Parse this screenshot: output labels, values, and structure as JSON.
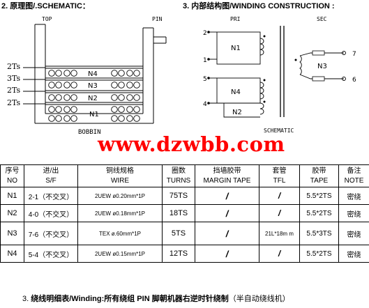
{
  "left_header": "2. 原理图/.SCHEMATIC：",
  "right_header": "3. 内部结构图/WINDING CONSTRUCTION :",
  "bobbin": {
    "top_label": "TOP",
    "pin_label": "PIN",
    "bottom_label": "BOBBIN",
    "layer_turns": [
      "2Ts",
      "3Ts",
      "2Ts",
      "2Ts"
    ],
    "windings": [
      "N4",
      "N3",
      "N2",
      "N1"
    ]
  },
  "schematic": {
    "pri_label": "PRI",
    "sec_label": "SEC",
    "caption": "SCHEMATIC",
    "pins": [
      "2",
      "1",
      "5",
      "4",
      "7",
      "6"
    ],
    "windings": [
      "N1",
      "N4",
      "N2",
      "N3"
    ]
  },
  "watermark": "www.dzwbb.com",
  "table": {
    "headers": [
      {
        "cn": "序号",
        "en": "NO"
      },
      {
        "cn": "进/出",
        "en": "S/F"
      },
      {
        "cn": "铜线规格",
        "en": "WIRE"
      },
      {
        "cn": "圈数",
        "en": "TURNS"
      },
      {
        "cn": "挡墙胶带",
        "en": "MARGIN TAPE"
      },
      {
        "cn": "套管",
        "en": "TFL"
      },
      {
        "cn": "胶带",
        "en": "TAPE"
      },
      {
        "cn": "备注",
        "en": "NOTE"
      }
    ],
    "rows": [
      {
        "no": "N1",
        "sf": "2-1（不交叉）",
        "wire": "2UEW ø0.20mm*1P",
        "turns": "75TS",
        "margin": "/",
        "tfl": "/",
        "tape": "5.5*2TS",
        "note": "密绕"
      },
      {
        "no": "N2",
        "sf": "4-0（不交叉）",
        "wire": "2UEW ø0.18mm*1P",
        "turns": "18TS",
        "margin": "/",
        "tfl": "/",
        "tape": "5.5*2TS",
        "note": "密绕"
      },
      {
        "no": "N3",
        "sf": "7-6（不交叉）",
        "wire": "TEX    ø.60mm*1P",
        "turns": "5TS",
        "margin": "/",
        "tfl": "21L*18m m",
        "tape": "5.5*3TS",
        "note": "密绕"
      },
      {
        "no": "N4",
        "sf": "5-4（不交叉）",
        "wire": "2UEW ø0.15mm*1P",
        "turns": "12TS",
        "margin": "/",
        "tfl": "/",
        "tape": "5.5*2TS",
        "note": "密绕"
      }
    ]
  },
  "footer": {
    "num": "3.",
    "bold": "绕线明细表/Winding:所有绕组 PIN 脚朝机器右逆时针绕制",
    "normal": "（半自动绕线机）"
  }
}
